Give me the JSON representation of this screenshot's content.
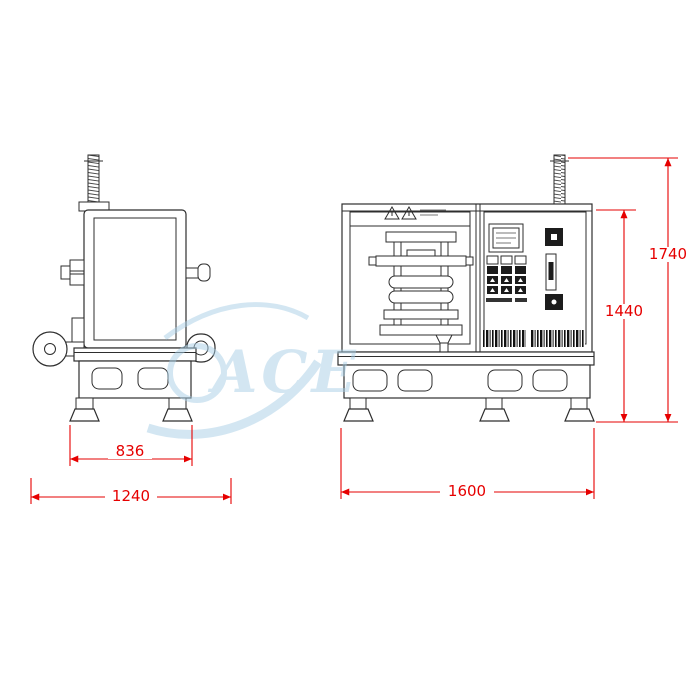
{
  "colors": {
    "dimension": "#e60000",
    "line": "#2e2e2e",
    "watermark": "#a9cfe6",
    "background": "#ffffff"
  },
  "dimensions": {
    "side_inner_width": "836",
    "side_overall_width": "1240",
    "front_overall_width": "1600",
    "front_body_height": "1440",
    "front_overall_height": "1740"
  },
  "watermark": {
    "text": "ACE"
  }
}
